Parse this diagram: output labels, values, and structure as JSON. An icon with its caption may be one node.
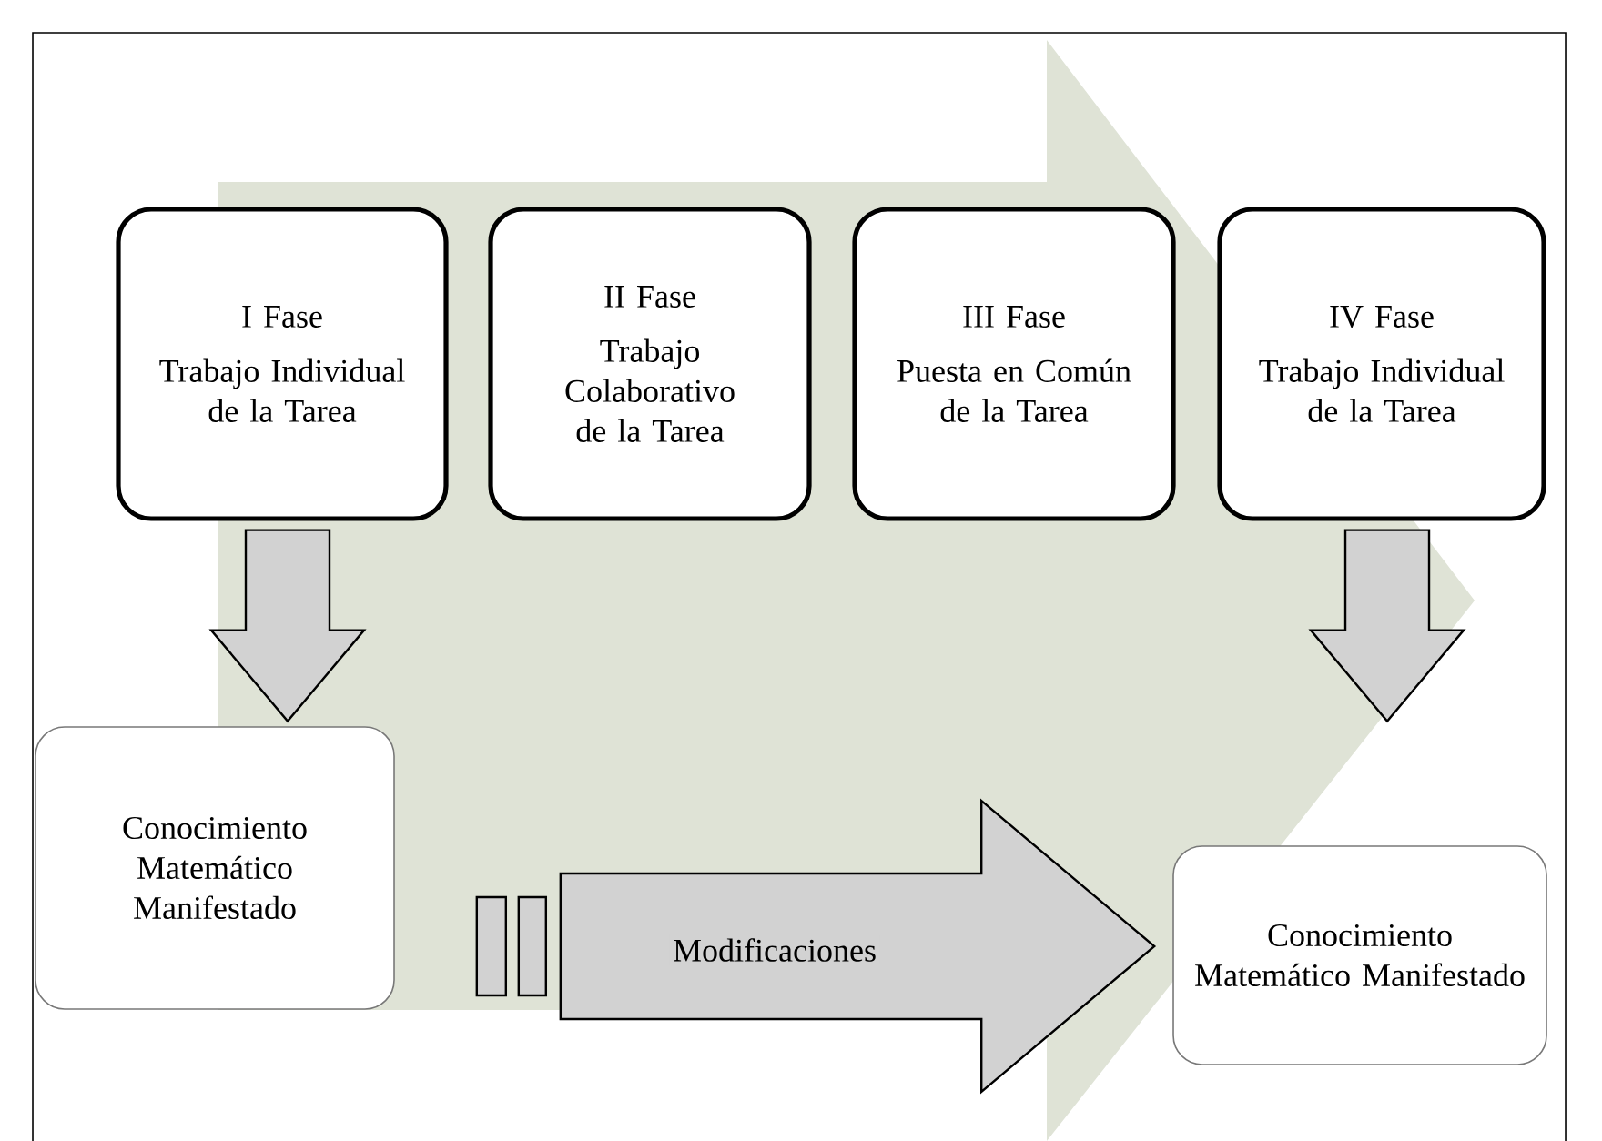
{
  "diagram": {
    "nodes": [
      {
        "text": [
          "I Fase",
          "Trabajo Individual de la Tarea"
        ]
      },
      {
        "text": [
          "II Fase",
          "Trabajo Colaborativo de la Tarea"
        ]
      },
      {
        "text": [
          "III Fase",
          "Puesta en Común de la Tarea"
        ]
      },
      {
        "text": [
          "IV Fase",
          "Trabajo Individual de la Tarea"
        ]
      },
      {
        "text": [
          "Conocimiento Matemático Manifestado"
        ]
      },
      {
        "text": [
          "Conocimiento Matemático Manifestado"
        ]
      }
    ],
    "edges": [
      {
        "from": 0,
        "to": 4,
        "arrow": "to"
      },
      {
        "from": 3,
        "to": 5,
        "arrow": "to"
      },
      {
        "from": 4,
        "to": 5,
        "arrow": "to",
        "label": "Modificaciones"
      }
    ]
  }
}
